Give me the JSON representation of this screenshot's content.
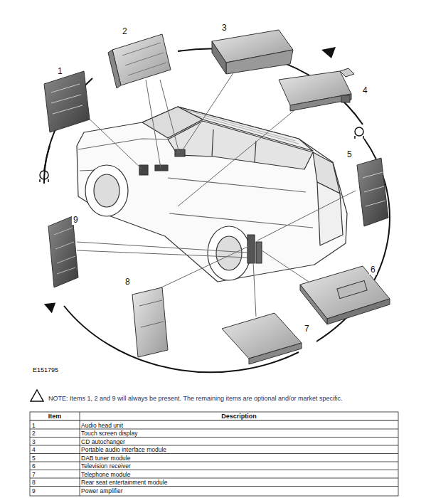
{
  "diagram": {
    "labels": [
      "1",
      "2",
      "3",
      "4",
      "5",
      "6",
      "7",
      "8",
      "9",
      "E151795",
      "NOTE: Items 1, 2 and 9 will always be present. The remaining items are optional and/or market specific.",
      "Item",
      "Description",
      "1",
      "Audio head unit",
      "2",
      "Touch screen display",
      "3",
      "CD autochanger",
      "4",
      "Portable audio interface module",
      "5",
      "DAB tuner module",
      "6",
      "Television receiver",
      "7",
      "Telephone module",
      "8",
      "Rear seat entertainment module",
      "9",
      "Power amplifier"
    ]
  }
}
